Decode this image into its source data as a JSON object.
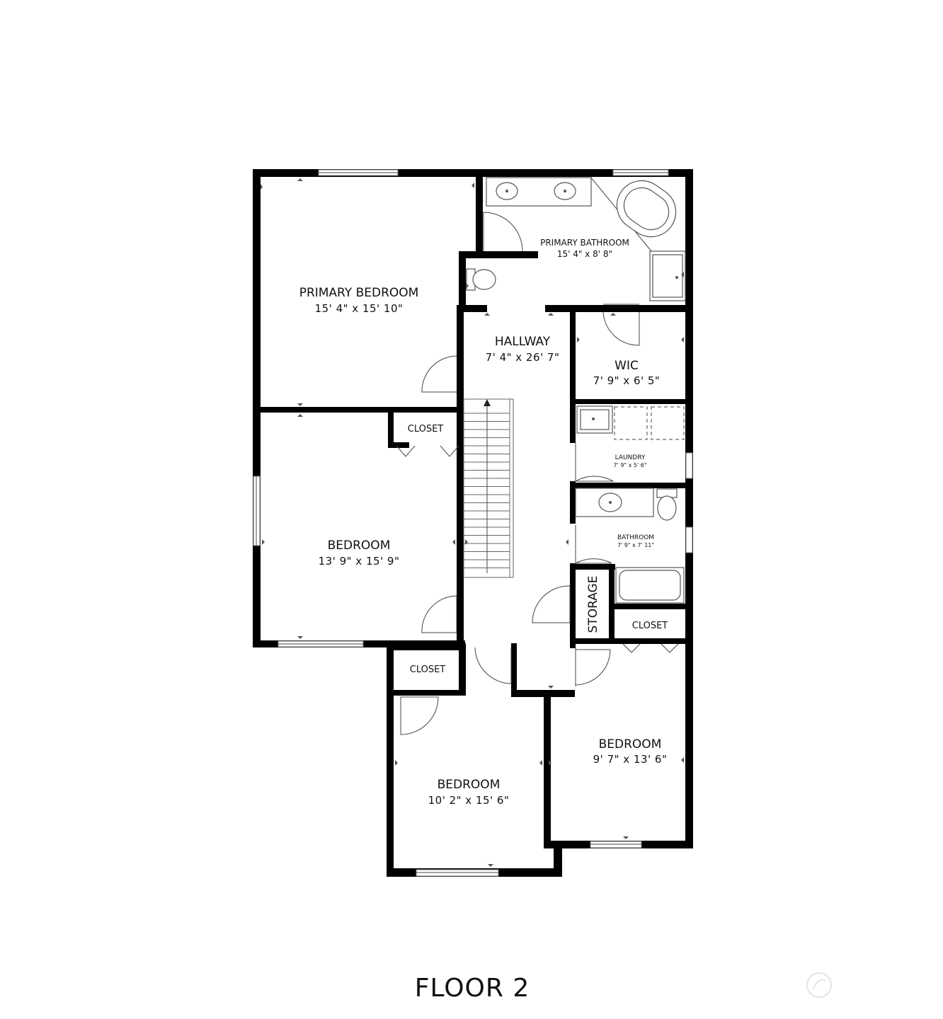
{
  "floor_label": "FLOOR 2",
  "rooms": {
    "primary_bedroom": {
      "name": "PRIMARY BEDROOM",
      "dims": "15' 4\" x 15' 10\""
    },
    "primary_bathroom": {
      "name": "PRIMARY BATHROOM",
      "dims": "15' 4\" x 8' 8\""
    },
    "hallway": {
      "name": "HALLWAY",
      "dims": "7' 4\" x 26' 7\""
    },
    "wic": {
      "name": "WIC",
      "dims": "7' 9\" x 6' 5\""
    },
    "laundry": {
      "name": "LAUNDRY",
      "dims": "7' 9\" x 5' 6\""
    },
    "bathroom": {
      "name": "BATHROOM",
      "dims": "7' 9\" x 7' 11\""
    },
    "bedroom_west": {
      "name": "BEDROOM",
      "dims": "13' 9\" x 15' 9\""
    },
    "bedroom_south": {
      "name": "BEDROOM",
      "dims": "10' 2\" x 15' 6\""
    },
    "bedroom_east": {
      "name": "BEDROOM",
      "dims": "9' 7\" x 13' 6\""
    },
    "closet_west": {
      "name": "CLOSET"
    },
    "closet_south": {
      "name": "CLOSET"
    },
    "closet_east": {
      "name": "CLOSET"
    },
    "storage": {
      "name": "STORAGE"
    }
  },
  "icons": [
    "stairs-icon",
    "door-swing-icon",
    "window-icon",
    "sink-icon",
    "bathtub-icon",
    "toilet-icon",
    "shower-icon",
    "washer-dryer-icon"
  ]
}
